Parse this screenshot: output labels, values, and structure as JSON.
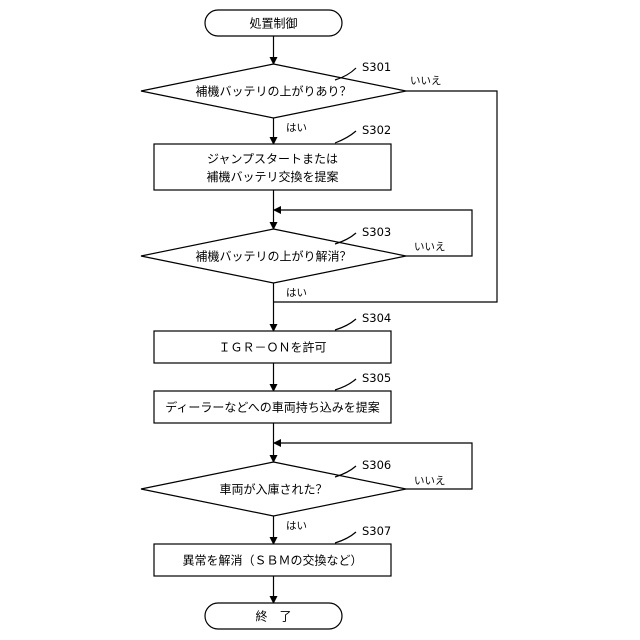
{
  "flowchart": {
    "start": "処置制御",
    "end": "終　了",
    "steps": {
      "s301": {
        "id": "S301",
        "text": "補機バッテリの上がりあり？"
      },
      "s302": {
        "id": "S302",
        "line1": "ジャンプスタートまたは",
        "line2": "補機バッテリ交換を提案"
      },
      "s303": {
        "id": "S303",
        "text": "補機バッテリの上がり解消？"
      },
      "s304": {
        "id": "S304",
        "text": "ＩＧＲ－ＯＮを許可"
      },
      "s305": {
        "id": "S305",
        "text": "ディーラーなどへの車両持ち込みを提案"
      },
      "s306": {
        "id": "S306",
        "text": "車両が入庫された？"
      },
      "s307": {
        "id": "S307",
        "text": "異常を解消（ＳＢＭの交換など）"
      }
    },
    "branches": {
      "yes": "はい",
      "no": "いいえ"
    }
  }
}
